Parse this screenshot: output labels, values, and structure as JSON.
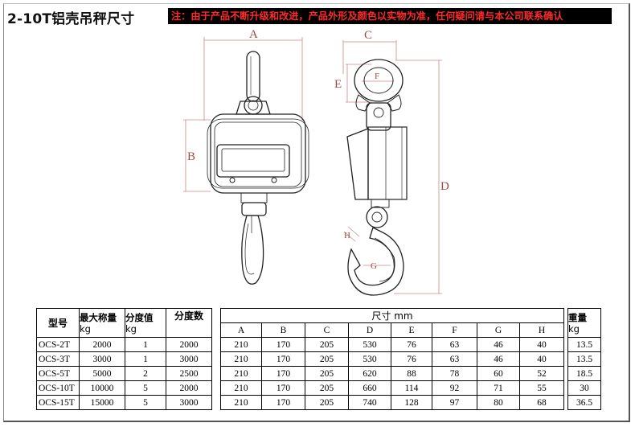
{
  "title": "2-10T铝壳吊秤尺寸",
  "notice": "注：由于产品不断升级和改进，产品外形及颜色以实物为准，任何疑问请与本公司联系确认",
  "dimension_labels": {
    "a": "A",
    "b": "B",
    "c": "C",
    "d": "D",
    "e": "E",
    "f": "F",
    "g": "G",
    "h": "H"
  },
  "table": {
    "col_model": "型号",
    "col_capacity": "最大称量",
    "col_capacity_unit": "kg",
    "col_division": "分度值",
    "col_division_unit": "kg",
    "col_count": "分度数",
    "col_size": "尺寸 mm",
    "col_weight": "重量",
    "col_weight_unit": "kg",
    "size_letters": [
      "A",
      "B",
      "C",
      "D",
      "E",
      "F",
      "G",
      "H"
    ],
    "rows": [
      {
        "model": "OCS-2T",
        "capacity": "2000",
        "division": "1",
        "count": "2000",
        "dims": [
          "210",
          "170",
          "205",
          "530",
          "76",
          "63",
          "46",
          "40"
        ],
        "weight": "13.5"
      },
      {
        "model": "OCS-3T",
        "capacity": "3000",
        "division": "1",
        "count": "3000",
        "dims": [
          "210",
          "170",
          "205",
          "530",
          "76",
          "63",
          "46",
          "40"
        ],
        "weight": "13.5"
      },
      {
        "model": "OCS-5T",
        "capacity": "5000",
        "division": "2",
        "count": "2500",
        "dims": [
          "210",
          "170",
          "205",
          "620",
          "88",
          "78",
          "60",
          "52"
        ],
        "weight": "18.5"
      },
      {
        "model": "OCS-10T",
        "capacity": "10000",
        "division": "5",
        "count": "2000",
        "dims": [
          "210",
          "170",
          "205",
          "660",
          "114",
          "92",
          "71",
          "55"
        ],
        "weight": "30"
      },
      {
        "model": "OCS-15T",
        "capacity": "15000",
        "division": "5",
        "count": "3000",
        "dims": [
          "210",
          "170",
          "205",
          "740",
          "128",
          "97",
          "80",
          "68"
        ],
        "weight": "36.5"
      }
    ]
  }
}
